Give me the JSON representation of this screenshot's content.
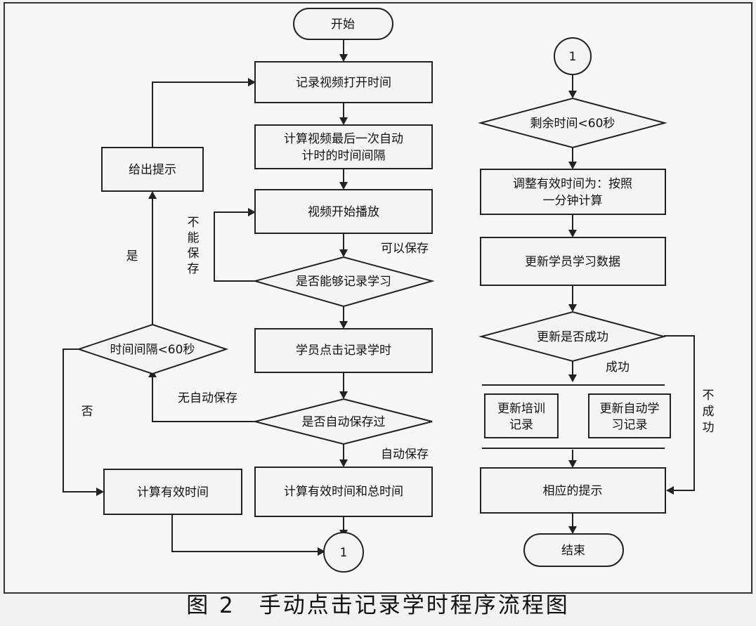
{
  "nodes": {
    "start": "开始",
    "record_open": "记录视频打开时间",
    "calc_interval_1": "计算视频最后一次自动",
    "calc_interval_2": "计时的时间间隔",
    "play": "视频开始播放",
    "can_record": "是否能够记录学习",
    "click_record": "学员点击记录学时",
    "auto_saved": "是否自动保存过",
    "calc_total": "计算有效时间和总时间",
    "interval_check": "时间间隔<60秒",
    "give_hint": "给出提示",
    "calc_effective": "计算有效时间",
    "connector_left": "1",
    "connector_right": "1",
    "remain_check": "剩余时间<60秒",
    "adjust_1": "调整有效时间为：按照",
    "adjust_2": "一分钟计算",
    "update_data": "更新学员学习数据",
    "update_ok": "更新是否成功",
    "update_train_1": "更新培训",
    "update_train_2": "记录",
    "update_auto_1": "更新自动学",
    "update_auto_2": "习记录",
    "hint": "相应的提示",
    "end": "结束"
  },
  "labels": {
    "cannot_1": "不",
    "cannot_2": "能",
    "cannot_3": "保",
    "cannot_4": "存",
    "can_save": "可以保存",
    "yes": "是",
    "no": "否",
    "no_auto_save": "无自动保存",
    "auto_save": "自动保存",
    "success": "成功",
    "fail_1": "不",
    "fail_2": "成",
    "fail_3": "功"
  },
  "caption": "图 2　手动点击记录学时程序流程图"
}
